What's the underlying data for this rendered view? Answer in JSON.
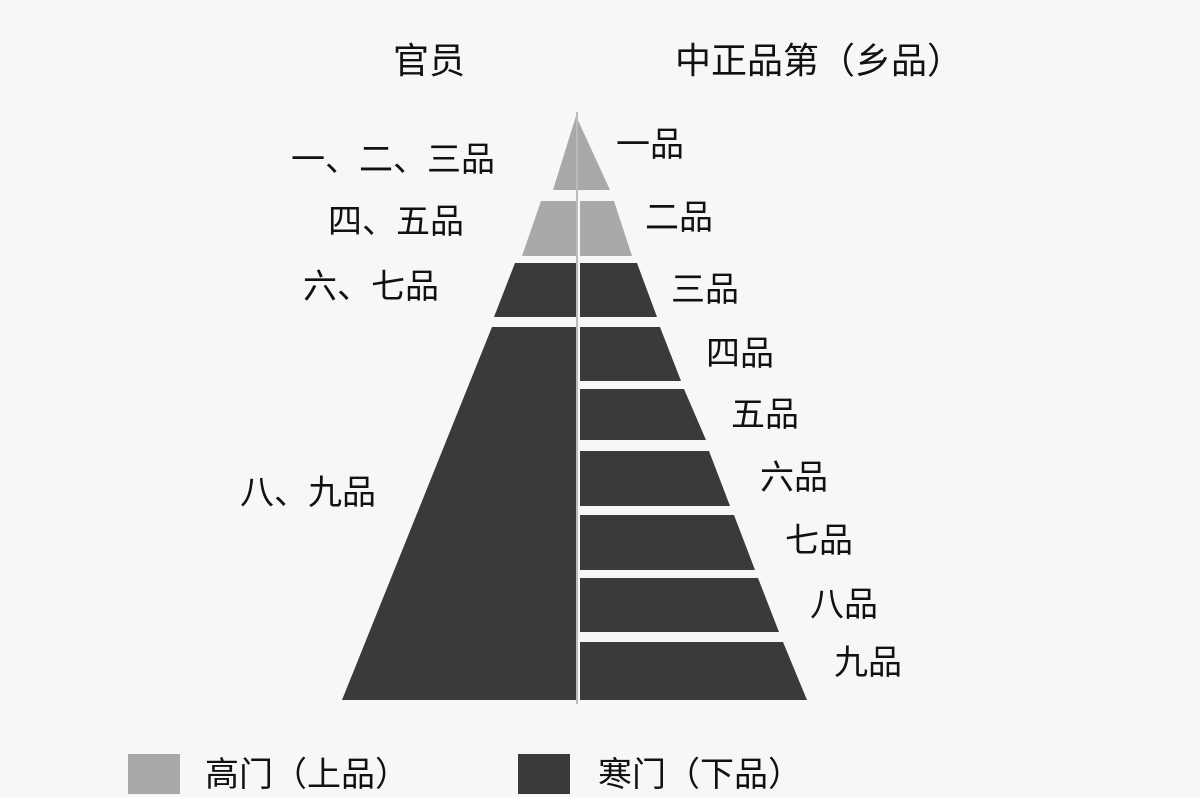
{
  "headers": {
    "left": "官员",
    "right": "中正品第（乡品）"
  },
  "official_ranks": [
    {
      "label": "一、二、三品",
      "class": "high"
    },
    {
      "label": "四、五品",
      "class": "high"
    },
    {
      "label": "六、七品",
      "class": "low"
    },
    {
      "label": "八、九品",
      "class": "low"
    }
  ],
  "xiangpin_ranks": [
    {
      "label": "一品",
      "class": "high"
    },
    {
      "label": "二品",
      "class": "high"
    },
    {
      "label": "三品",
      "class": "low"
    },
    {
      "label": "四品",
      "class": "low"
    },
    {
      "label": "五品",
      "class": "low"
    },
    {
      "label": "六品",
      "class": "low"
    },
    {
      "label": "七品",
      "class": "low"
    },
    {
      "label": "八品",
      "class": "low"
    },
    {
      "label": "九品",
      "class": "low"
    }
  ],
  "legend": {
    "high": {
      "label": "高门（上品）",
      "color": "#a9a9a9"
    },
    "low": {
      "label": "寒门（下品）",
      "color": "#3a3a3a"
    }
  },
  "colors": {
    "divider": "#bbbbbb"
  }
}
